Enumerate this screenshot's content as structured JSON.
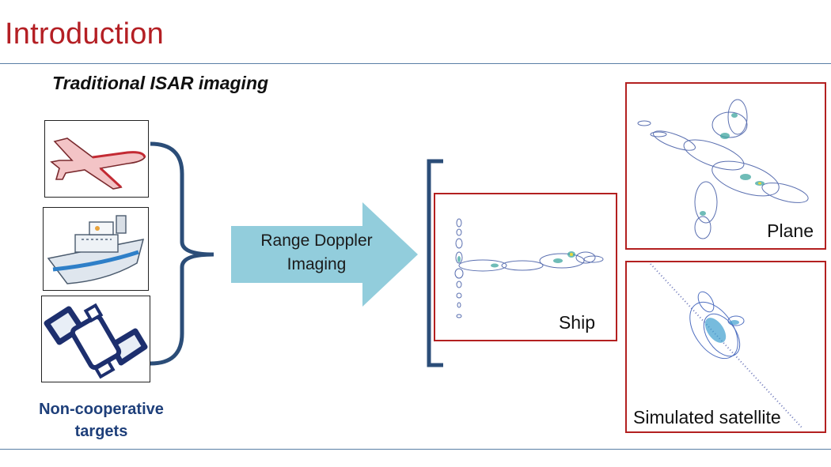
{
  "slide": {
    "title": "Introduction",
    "subtitle": "Traditional ISAR imaging",
    "targets_label_line1": "Non-cooperative",
    "targets_label_line2": "targets",
    "arrow_label_line1": "Range Doppler",
    "arrow_label_line2": "Imaging",
    "results": {
      "ship": "Ship",
      "plane": "Plane",
      "satellite": "Simulated satellite"
    }
  },
  "colors": {
    "title": "#b41f24",
    "rule": "#5a7fa6",
    "bracket": "#2b4d78",
    "arrow": "#92cddc",
    "box_border": "#b32020",
    "targets_label": "#1e3f7a"
  }
}
